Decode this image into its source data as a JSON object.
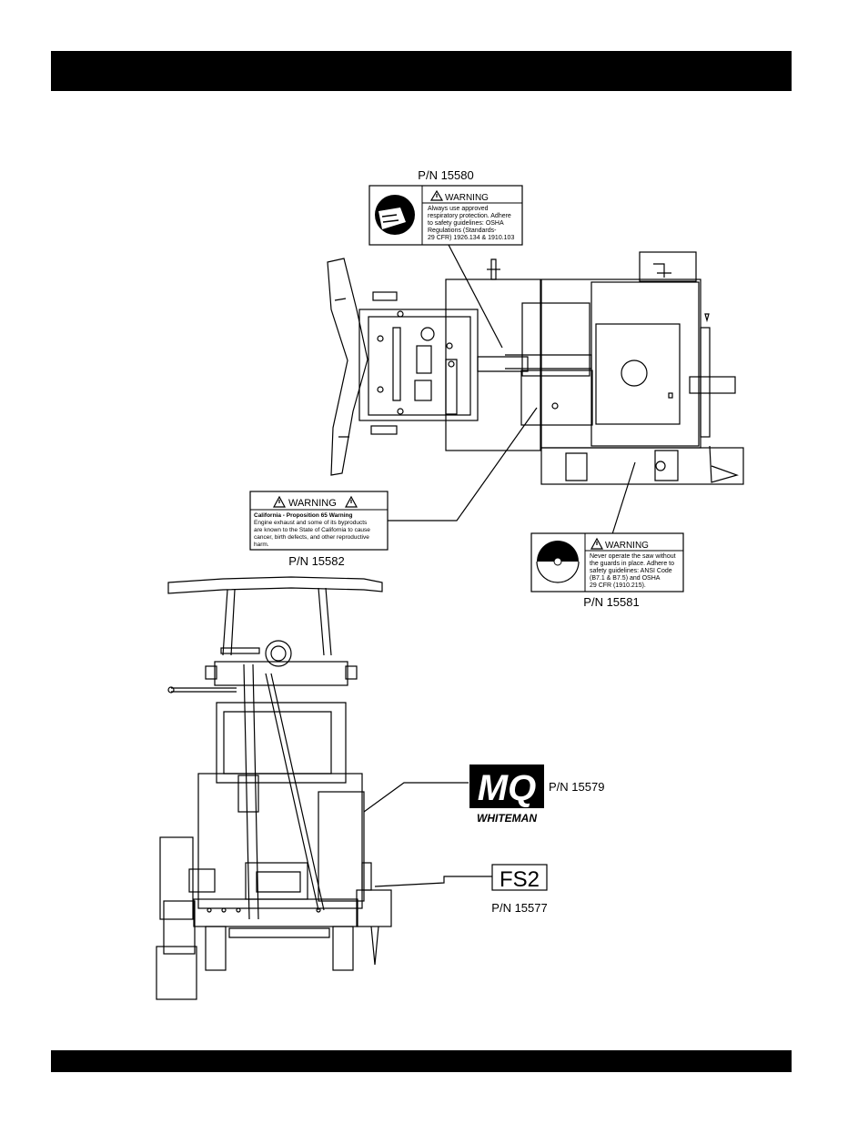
{
  "decals": {
    "respirator": {
      "part_number": "P/N 15580",
      "heading": "WARNING",
      "text_lines": [
        "Always use approved",
        "respiratory protection. Adhere",
        "to safety guidelines:  OSHA",
        "Regulations (Standards-",
        "29 CFR) 1926.134 & 1910.103"
      ]
    },
    "prop65": {
      "part_number": "P/N 15582",
      "heading": "WARNING",
      "text_lines": [
        "California - Proposition 65 Warning",
        "Engine exhaust and some of its byproducts",
        "are known to the State of California to cause",
        "cancer, birth defects, and other reproductive",
        "harm."
      ]
    },
    "guards": {
      "part_number": "P/N 15581",
      "heading": "WARNING",
      "text_lines": [
        "Never operate the saw without",
        "the guards in place. Adhere to",
        "safety guidelines: ANSI Code",
        "(B7.1 & B7.5) and OSHA",
        "29 CFR (1910.215)."
      ]
    },
    "logo": {
      "part_number": "P/N 15579",
      "brand_mark": "MQ",
      "brand_name": "WHITEMAN"
    },
    "model": {
      "part_number": "P/N 15577",
      "model_name": "FS2"
    }
  }
}
